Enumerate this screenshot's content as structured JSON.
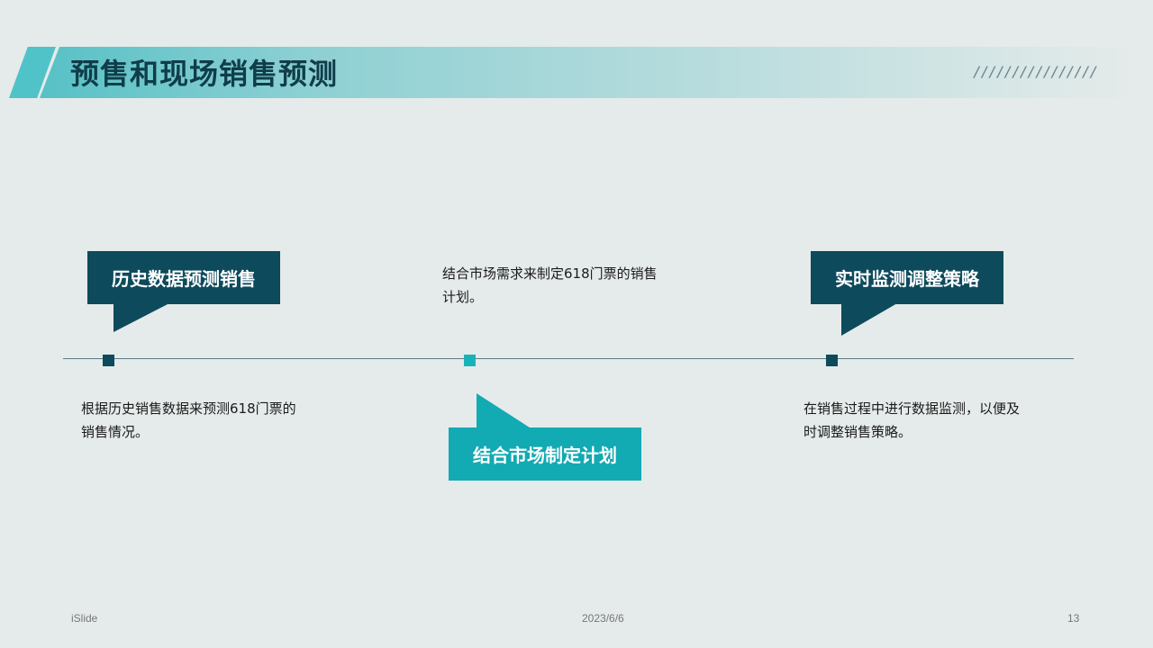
{
  "header": {
    "title": "预售和现场销售预测",
    "decoration": "////////////////"
  },
  "colors": {
    "dark": "#0d4a5c",
    "teal": "#12aab3",
    "background": "#e5ebea"
  },
  "steps": [
    {
      "heading": "历史数据预测销售",
      "description_lines": [
        "根据历史销售数据来预测618门票的",
        "销售情况。"
      ]
    },
    {
      "heading": "结合市场制定计划",
      "description_lines": [
        "结合市场需求来制定618门票的销售",
        "计划。"
      ]
    },
    {
      "heading": "实时监测调整策略",
      "description_lines": [
        "在销售过程中进行数据监测，以便及",
        "时调整销售策略。"
      ]
    }
  ],
  "footer": {
    "brand": "iSlide",
    "date": "2023/6/6",
    "page_number": "13"
  }
}
